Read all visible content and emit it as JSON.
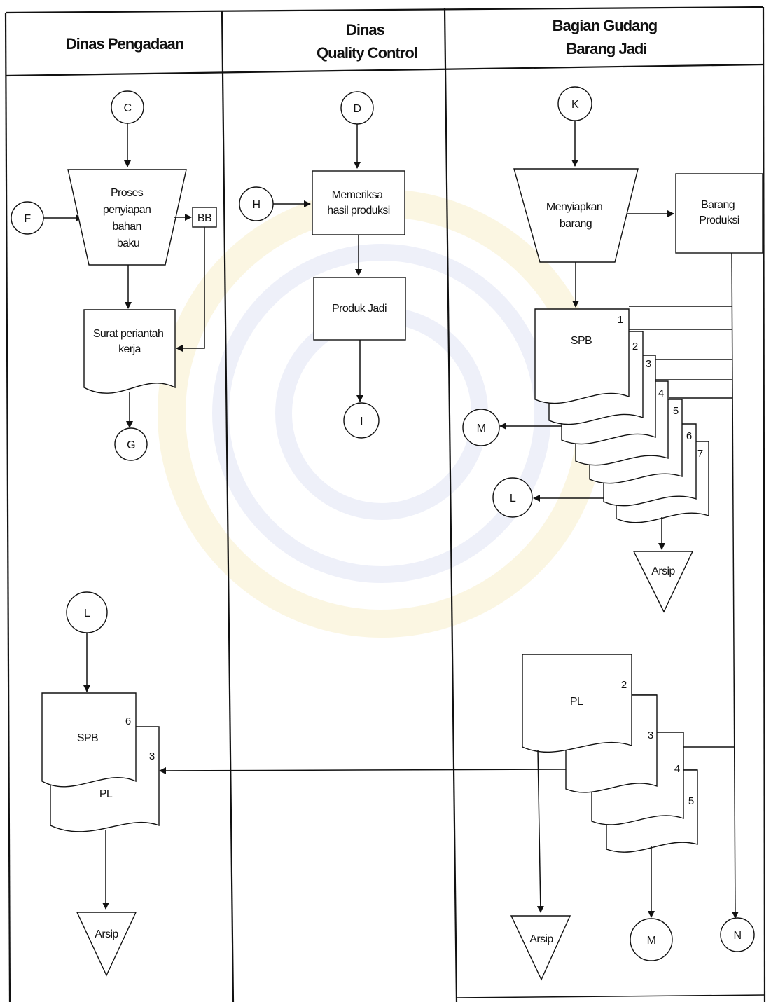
{
  "lanes": [
    {
      "header": [
        "Dinas Pengadaan"
      ]
    },
    {
      "header": [
        "Dinas",
        "Quality Control"
      ]
    },
    {
      "header": [
        "Bagian Gudang",
        "Barang  Jadi"
      ]
    }
  ],
  "connectors": {
    "C": "C",
    "F": "F",
    "G": "G",
    "D": "D",
    "H": "H",
    "I": "I",
    "K": "K",
    "M1": "M",
    "L1": "L",
    "L2": "L",
    "M2": "M",
    "N": "N"
  },
  "processes": {
    "proses": [
      "Proses",
      "penyiapan",
      "bahan",
      "baku"
    ],
    "memeriksa": [
      "Memeriksa",
      "hasil produksi"
    ],
    "produk_jadi": [
      "Produk Jadi"
    ],
    "menyiapkan": [
      "Menyiapkan",
      "barang"
    ],
    "barang_produksi": [
      "Barang",
      "Produksi"
    ],
    "bb": "BB"
  },
  "documents": {
    "surat": [
      "Surat periantah",
      "kerja"
    ],
    "spb_stack": {
      "label": "SPB",
      "copies": [
        "1",
        "2",
        "3",
        "4",
        "5",
        "6",
        "7"
      ]
    },
    "pl_stack": {
      "label": "PL",
      "copies": [
        "2",
        "3",
        "4",
        "5"
      ]
    },
    "spb_left": {
      "label": "SPB",
      "copy": "6"
    },
    "pl_left": {
      "label": "PL",
      "copy": "3"
    }
  },
  "archives": {
    "a1": "Arsip",
    "a2": "Arsip",
    "a3": "Arsip"
  }
}
